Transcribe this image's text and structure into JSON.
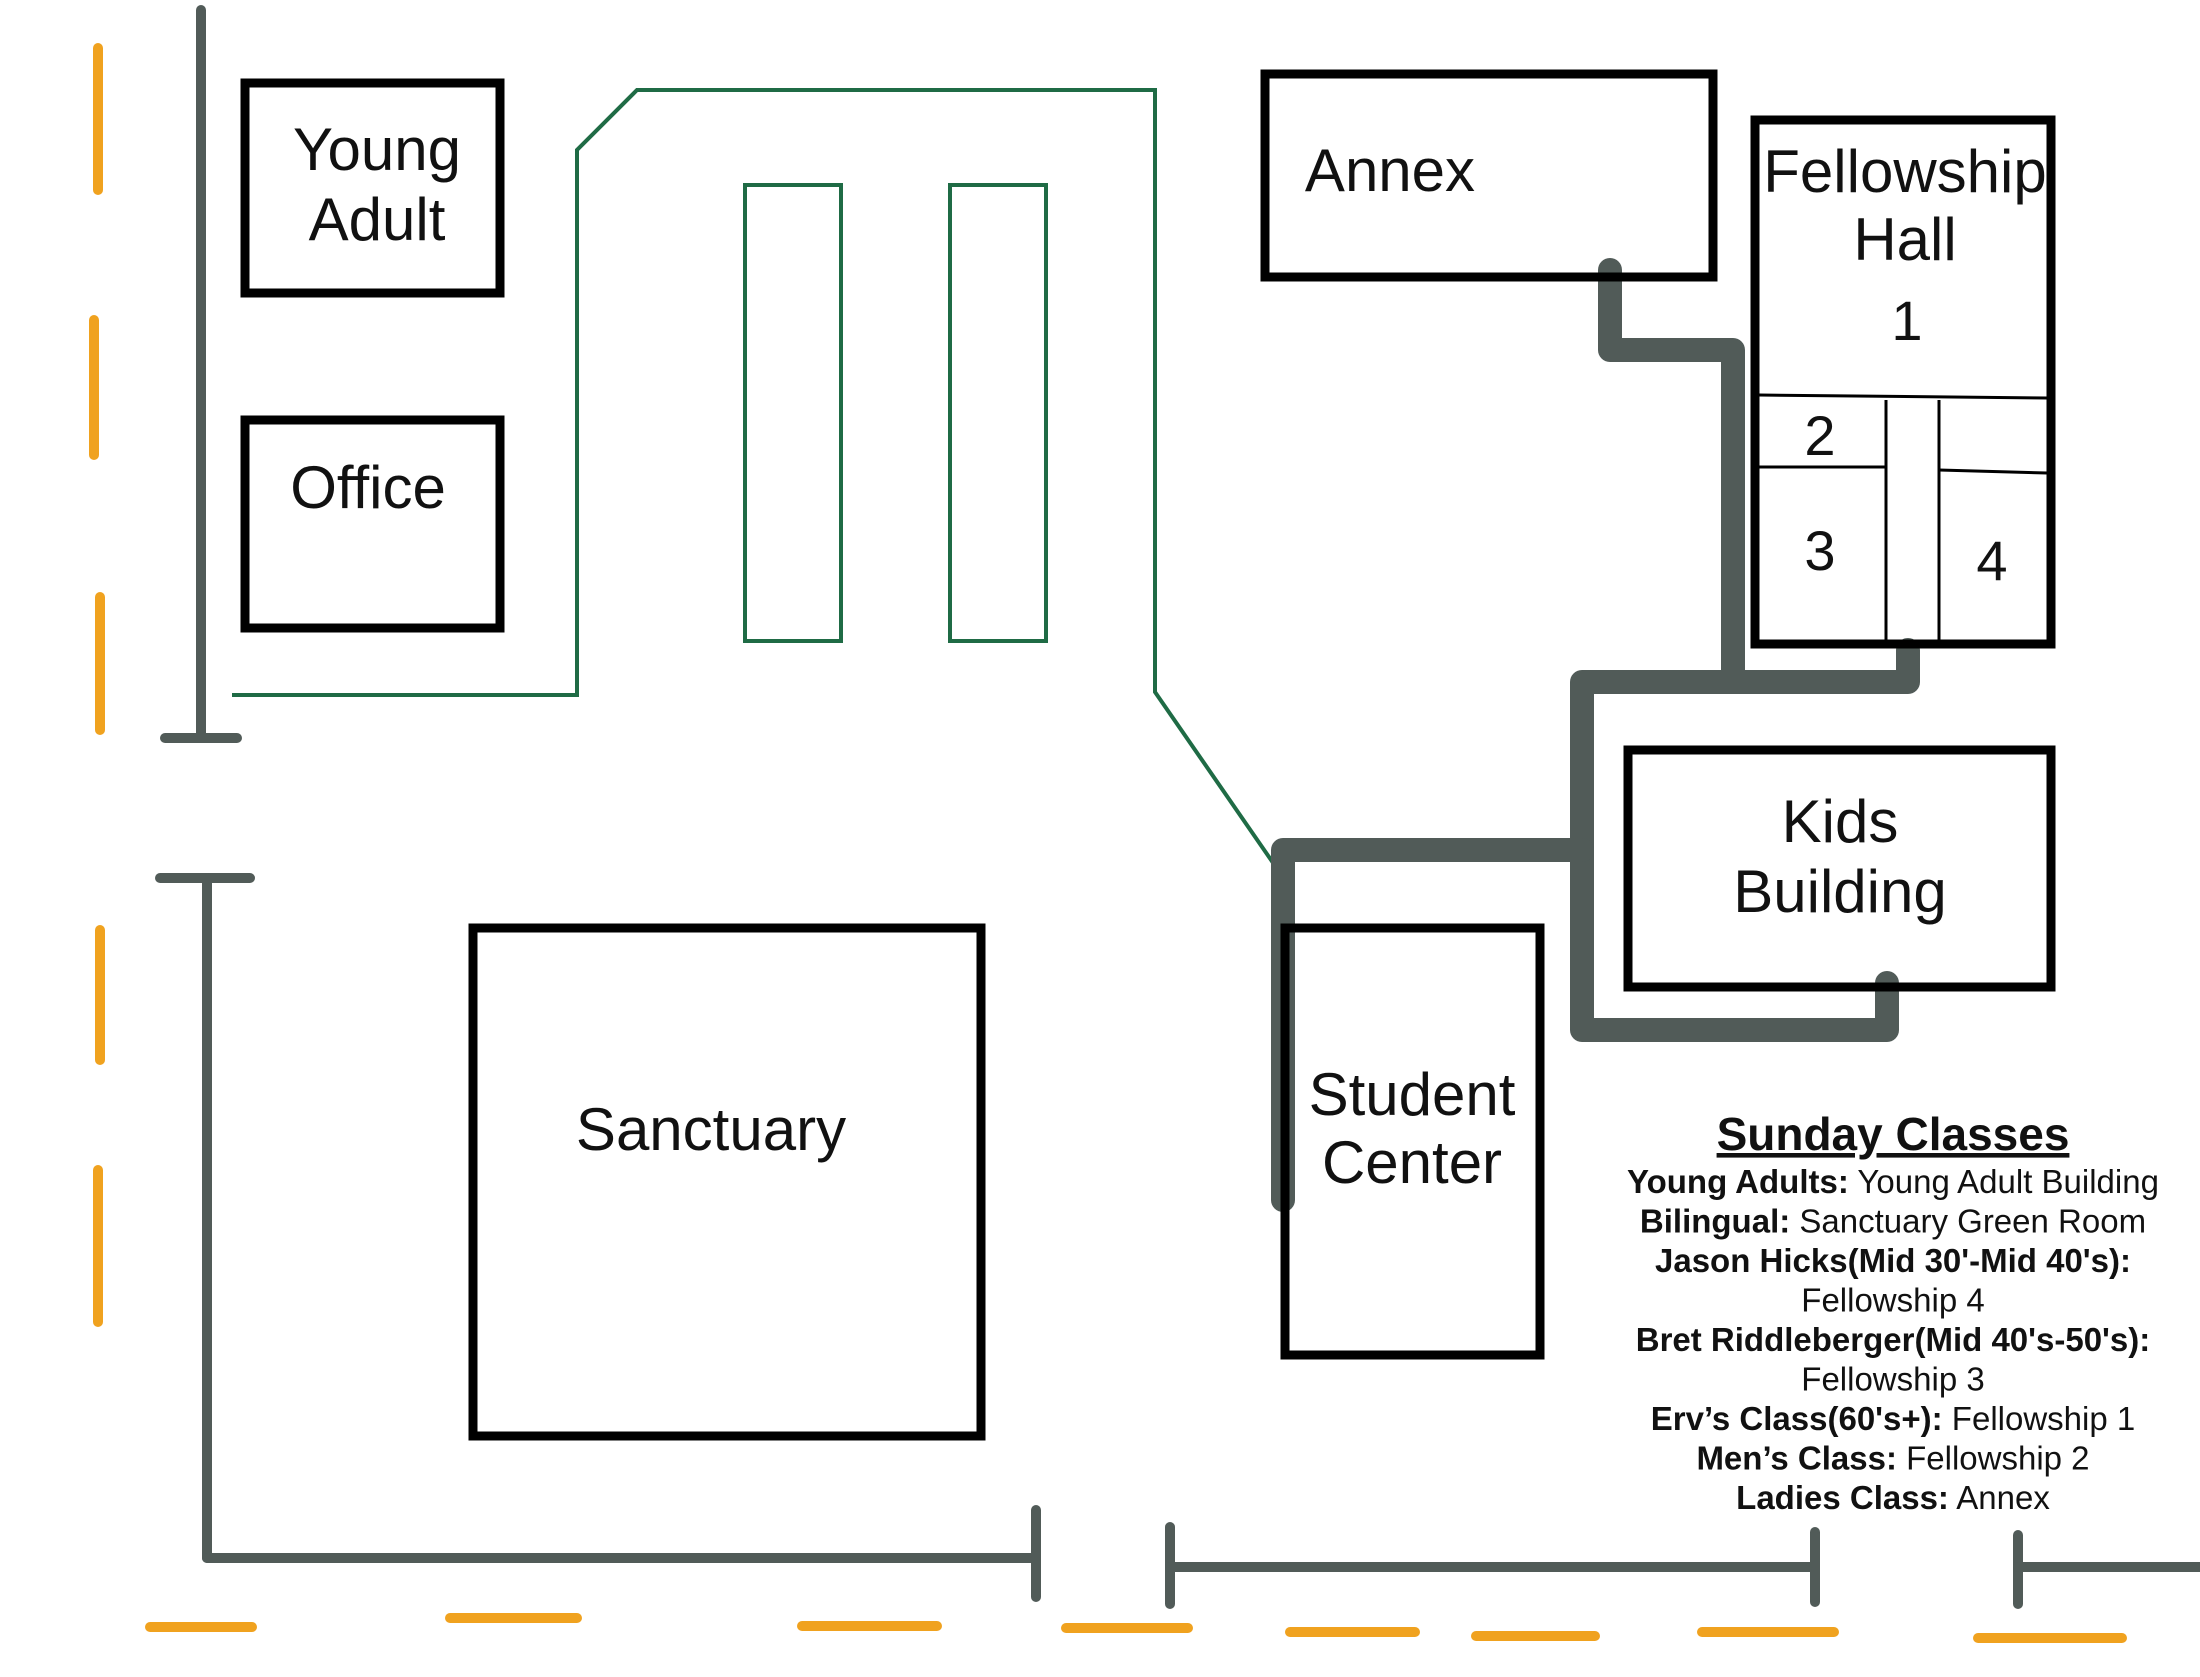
{
  "colors": {
    "building": "#000000",
    "path": "#515b58",
    "parking": "#1f6b45",
    "street": "#f0a21f",
    "background": "#ffffff"
  },
  "buildings": {
    "young_adult": {
      "line1": "Young",
      "line2": "Adult"
    },
    "office": {
      "label": "Office"
    },
    "annex": {
      "label": "Annex"
    },
    "fellowship_hall": {
      "line1": "Fellowship",
      "line2": "Hall"
    },
    "kids_building": {
      "line1": "Kids",
      "line2": "Building"
    },
    "student_center": {
      "line1": "Student",
      "line2": "Center"
    },
    "sanctuary": {
      "label": "Sanctuary"
    }
  },
  "fellowship_rooms": {
    "room1": "1",
    "room2": "2",
    "room3": "3",
    "room4": "4"
  },
  "legend": {
    "title": "Sunday Classes",
    "lines": [
      {
        "key": "Young Adults:",
        "value": " Young Adult Building"
      },
      {
        "key": "Bilingual:",
        "value": " Sanctuary Green Room"
      },
      {
        "key": "Jason Hicks(Mid 30'-Mid 40's):",
        "value": ""
      },
      {
        "key": "",
        "value": "Fellowship 4"
      },
      {
        "key": "Bret Riddleberger(Mid 40's-50's):",
        "value": ""
      },
      {
        "key": "",
        "value": "Fellowship 3"
      },
      {
        "key": "Erv’s Class(60's+):",
        "value": " Fellowship 1"
      },
      {
        "key": "Men’s Class:",
        "value": " Fellowship 2"
      },
      {
        "key": "Ladies Class:",
        "value": " Annex"
      }
    ]
  }
}
